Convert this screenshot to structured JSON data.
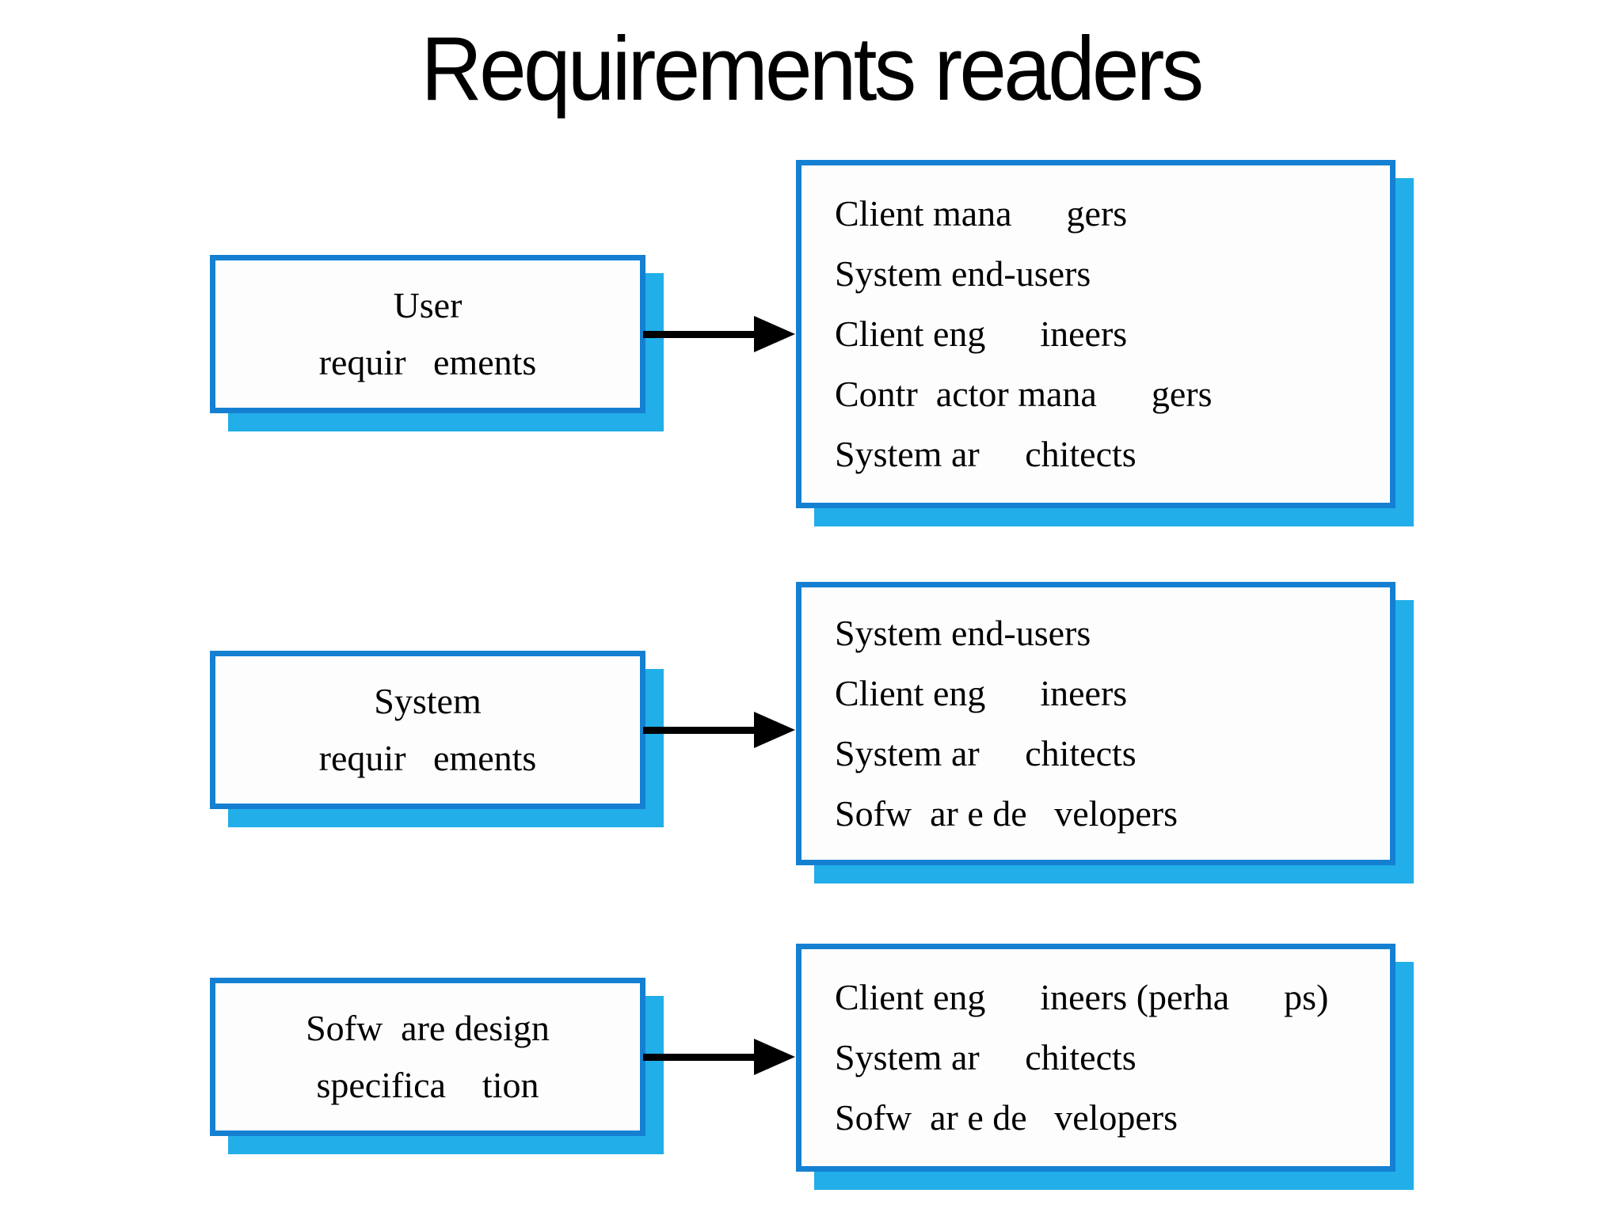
{
  "title": "Requirements readers",
  "colors": {
    "box_border": "#1580d2",
    "box_shadow": "#22aee8",
    "box_fill": "#fdfdfe",
    "arrow": "#000000",
    "text": "#000000",
    "background": "#ffffff"
  },
  "rows": [
    {
      "source": {
        "lines": [
          "User",
          "requir   ements"
        ]
      },
      "readers": [
        "Client mana      gers",
        "System end-users",
        "Client eng      ineers",
        "Contr  actor mana      gers",
        "System ar     chitects"
      ]
    },
    {
      "source": {
        "lines": [
          "System",
          "requir   ements"
        ]
      },
      "readers": [
        "System end-users",
        "Client eng      ineers",
        "System ar     chitects",
        "Sofw  ar e de   velopers"
      ]
    },
    {
      "source": {
        "lines": [
          "Sofw  are design",
          "specifica    tion"
        ]
      },
      "readers": [
        "Client eng      ineers (perha      ps)",
        "System ar     chitects",
        "Sofw  ar e de   velopers"
      ]
    }
  ]
}
